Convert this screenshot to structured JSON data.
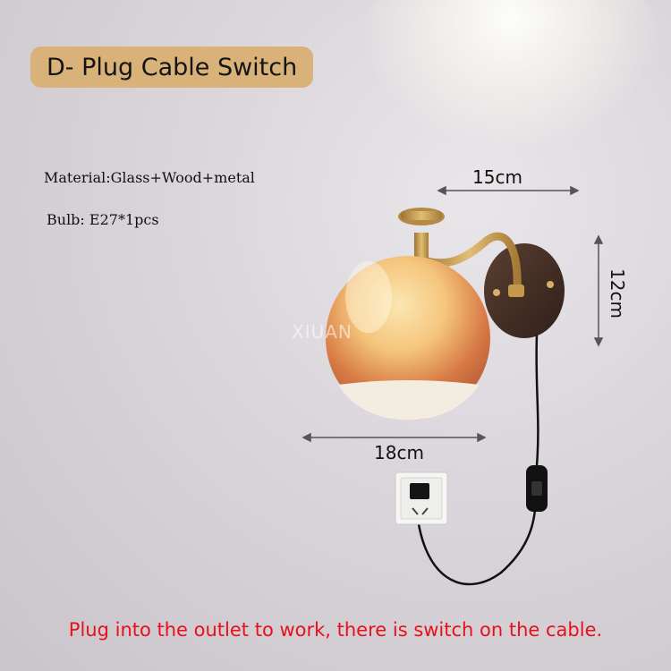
{
  "title": "D- Plug Cable Switch",
  "material": "Material:Glass+Wood+metal",
  "bulb": "Bulb: E27*1pcs",
  "dimensions": {
    "width_top": "15cm",
    "height": "12cm",
    "width_globe": "18cm"
  },
  "watermark": "XIUAN",
  "caption": "Plug into the outlet to work, there is switch on the cable.",
  "colors": {
    "badge": "#d9b27a",
    "caption": "#e8101a",
    "wood": "#3e2b22",
    "brass": "#c69a4c"
  }
}
